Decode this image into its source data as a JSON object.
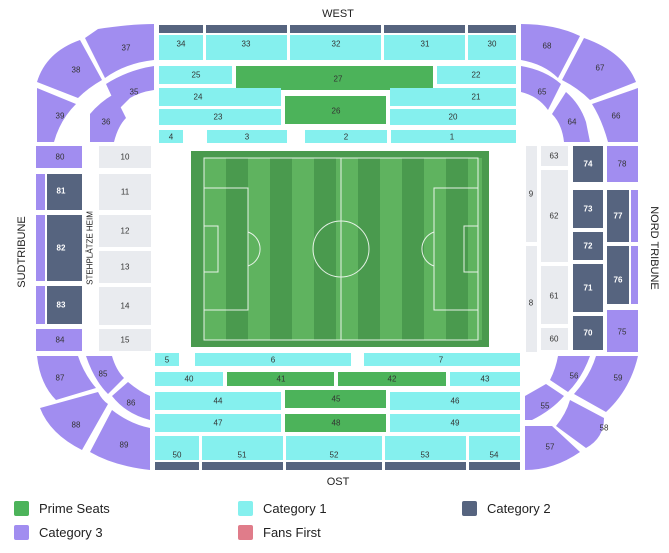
{
  "stands": {
    "west": "WEST",
    "ost": "OST",
    "sud": "SUDTRIBUNE",
    "nord": "NORD TRIBUNE",
    "steh": "STEHPLÄTZE HEIM"
  },
  "colors": {
    "prime": "#4cb35a",
    "cat1": "#85f0ee",
    "cat2": "#56647f",
    "cat3": "#a18df0",
    "fans_first": "#e07c8a",
    "standing": "#e9ebef",
    "unsold": "#f1f2f4"
  },
  "legend": [
    {
      "label": "Prime Seats",
      "color": "#4cb35a"
    },
    {
      "label": "Category 1",
      "color": "#85f0ee"
    },
    {
      "label": "Category 2",
      "color": "#56647f"
    },
    {
      "label": "Category 3",
      "color": "#a18df0"
    },
    {
      "label": "Fans First",
      "color": "#e07c8a"
    }
  ],
  "sections": {
    "prime": [
      "27",
      "26",
      "41",
      "42",
      "45",
      "48"
    ],
    "cat1": [
      "34",
      "33",
      "32",
      "31",
      "30",
      "25",
      "22",
      "24",
      "21",
      "23",
      "20",
      "4",
      "3",
      "2",
      "1",
      "5",
      "6",
      "7",
      "40",
      "43",
      "44",
      "46",
      "47",
      "49",
      "50",
      "51",
      "52",
      "53",
      "54"
    ],
    "cat2": [
      "81",
      "82",
      "83",
      "74",
      "73",
      "77",
      "72",
      "76",
      "71",
      "70"
    ],
    "cat3": [
      "37",
      "38",
      "35",
      "39",
      "36",
      "80",
      "84",
      "68",
      "67",
      "65",
      "66",
      "64",
      "78",
      "75",
      "87",
      "85",
      "86",
      "88",
      "89",
      "56",
      "59",
      "55",
      "58",
      "57"
    ],
    "standing": [
      "10",
      "11",
      "12",
      "13",
      "14",
      "15",
      "63",
      "62",
      "61",
      "60",
      "9",
      "8"
    ]
  }
}
